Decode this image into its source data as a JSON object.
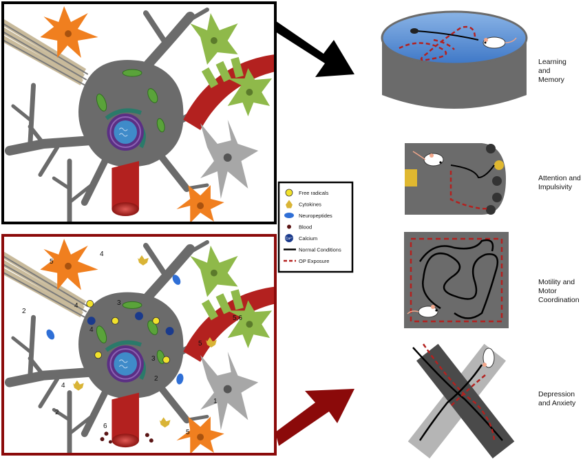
{
  "legend": {
    "items": [
      {
        "label": "Free radicals",
        "icon": "free-radical-icon"
      },
      {
        "label": "Cytokines",
        "icon": "cytokine-icon"
      },
      {
        "label": "Neuropeptides",
        "icon": "neuropeptide-icon"
      },
      {
        "label": "Blood",
        "icon": "blood-icon"
      },
      {
        "label": "Calcium",
        "icon": "calcium-icon"
      },
      {
        "label": "Normal Conditions",
        "icon": "solid-line-icon"
      },
      {
        "label": "OP Exposure",
        "icon": "dashed-line-icon"
      }
    ],
    "calcium_symbol": "Ca²⁺",
    "radical_symbol": "•"
  },
  "behaviors": {
    "learning": [
      "Learning",
      "and",
      "Memory"
    ],
    "attention": [
      "Attention and",
      "Impulsivity"
    ],
    "motility": [
      "Motility and",
      "Motor",
      "Coordination"
    ],
    "depression": [
      "Depression",
      "and Anxiety"
    ]
  },
  "markers": [
    "5",
    "4",
    "4",
    "3",
    "2",
    "4",
    "3",
    "2",
    "4",
    "2",
    "6",
    "1",
    "5,6",
    "5",
    "5"
  ],
  "colors": {
    "normal_frame": "#000000",
    "op_frame": "#8b0a0a",
    "neuron": "#6b6b6b",
    "neuron_dark": "#4f4f4f",
    "astrocyte": "#f07f1f",
    "oligodendrocyte": "#8fb94a",
    "vessel": "#b3211f",
    "mitochondria": "#5aa33a",
    "nucleus": "#5b2f84",
    "cytokine": "#d9b436",
    "neuropeptide": "#2f6fd6",
    "water": "#4a87d2",
    "op_path": "#b3211f"
  }
}
